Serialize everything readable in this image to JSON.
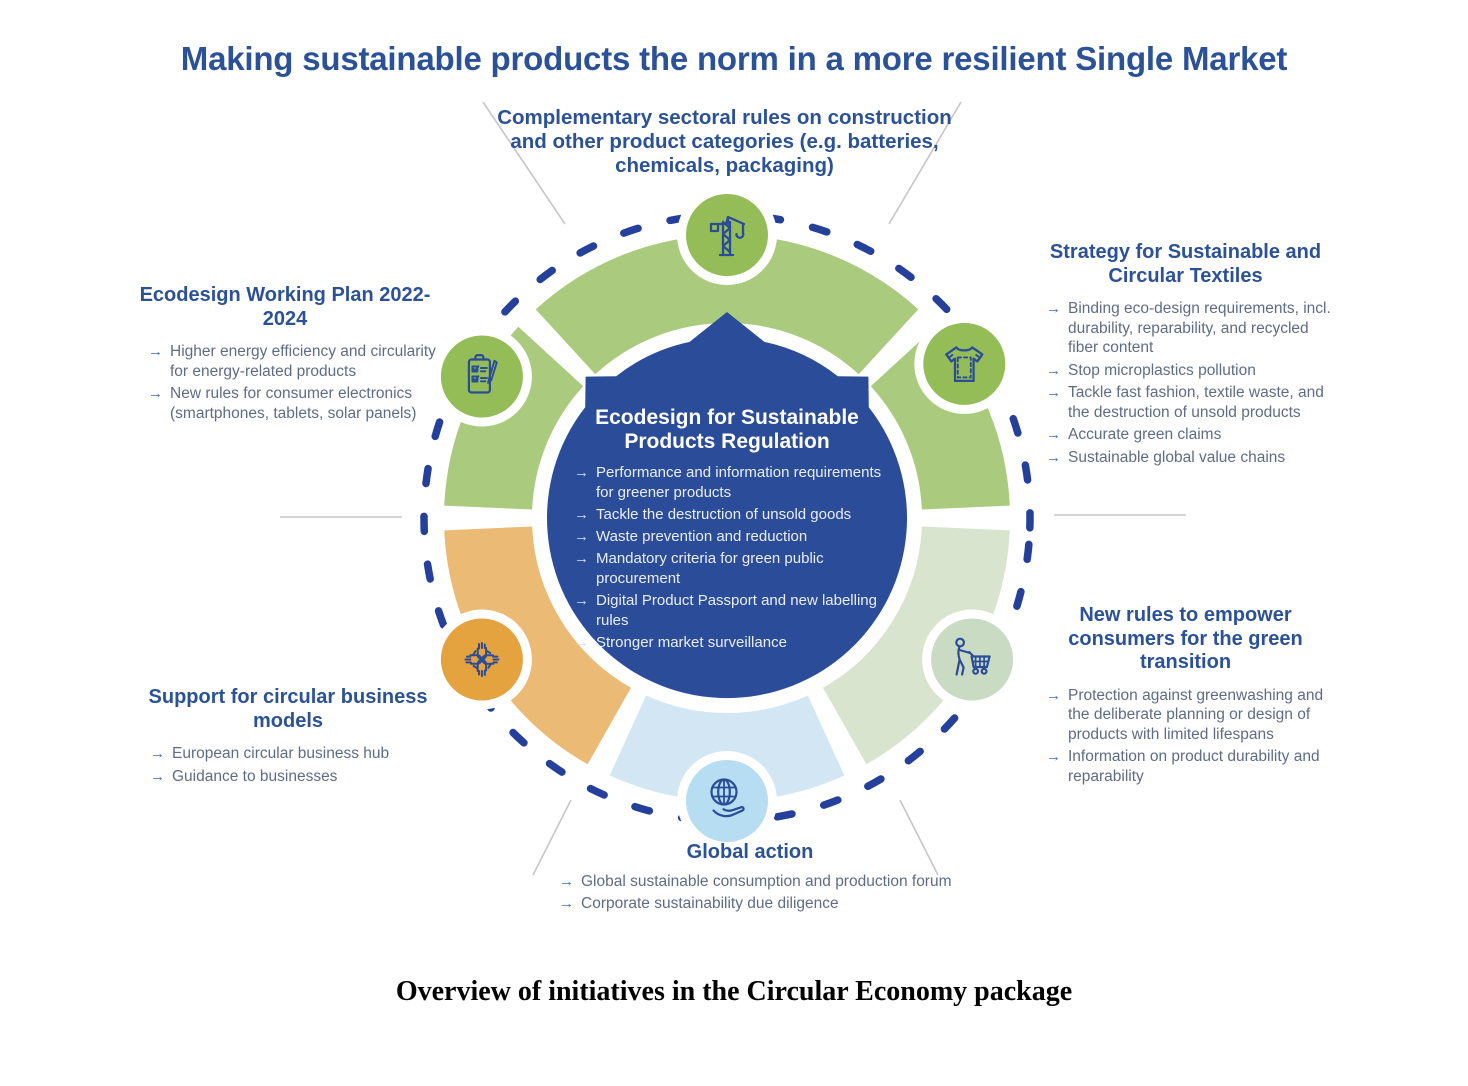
{
  "page": {
    "title": "Making sustainable products the norm in a more resilient Single Market",
    "caption": "Overview of initiatives in the Circular Economy package"
  },
  "ui": {
    "arrow": "→"
  },
  "colors": {
    "heading_blue": "#2B5298",
    "body_text": "#5E6C88",
    "arrow_blue": "#3D6EB5",
    "center_badge_blue": "#2B4D99",
    "ring_green": "#AACB7E",
    "icon_disc_green": "#94BD58",
    "ring_pale_green": "#D8E4CE",
    "icon_disc_pale_green": "#C9DCC3",
    "ring_light_blue": "#D2E6F4",
    "icon_disc_light_blue": "#B7DDF2",
    "ring_orange": "#EBBB75",
    "icon_disc_orange": "#E4A33F",
    "dash_circle_blue": "#24409B",
    "icon_stroke_navy": "#2B4C97",
    "guide_line_gray": "#C6C6C6"
  },
  "center": {
    "title": "Ecodesign for Sustainable Products Regulation",
    "items": [
      "Performance and information requirements for greener products",
      "Tackle the destruction of unsold goods",
      "Waste prevention and reduction",
      "Mandatory criteria for green public procurement",
      "Digital Product Passport and new labelling rules",
      "Stronger market surveillance"
    ]
  },
  "sections": {
    "sectoral_rules": {
      "title": "Complementary sectoral rules on construction and other product categories (e.g. batteries, chemicals, packaging)",
      "items": [],
      "icon": "construction-crane-icon",
      "ring_color": "#AACB7E"
    },
    "textiles": {
      "title": "Strategy for Sustainable and Circular Textiles",
      "items": [
        "Binding eco-design requirements, incl. durability, reparability, and recycled fiber content",
        "Stop microplastics pollution",
        "Tackle fast fashion, textile waste, and the destruction of unsold products",
        "Accurate green claims",
        "Sustainable global value chains"
      ],
      "icon": "tshirt-icon",
      "ring_color": "#AACB7E"
    },
    "consumers": {
      "title": "New rules to empower consumers for the green transition",
      "items": [
        "Protection against greenwashing and the deliberate planning or design of products with limited lifespans",
        "Information on product durability and reparability"
      ],
      "icon": "consumer-cart-icon",
      "ring_color": "#D8E4CE"
    },
    "global_action": {
      "title": "Global action",
      "items": [
        "Global sustainable consumption and production forum",
        "Corporate sustainability due diligence"
      ],
      "icon": "globe-hand-icon",
      "ring_color": "#D2E6F4"
    },
    "business_models": {
      "title": "Support for circular business models",
      "items": [
        "European circular business hub",
        "Guidance to businesses"
      ],
      "icon": "hands-community-icon",
      "ring_color": "#EBBB75"
    },
    "ecodesign_plan": {
      "title": "Ecodesign Working Plan 2022-2024",
      "items": [
        "Higher energy efficiency and circularity for energy-related products",
        "New rules for consumer electronics (smartphones, tablets, solar panels)"
      ],
      "icon": "checklist-icon",
      "ring_color": "#AACB7E"
    }
  }
}
